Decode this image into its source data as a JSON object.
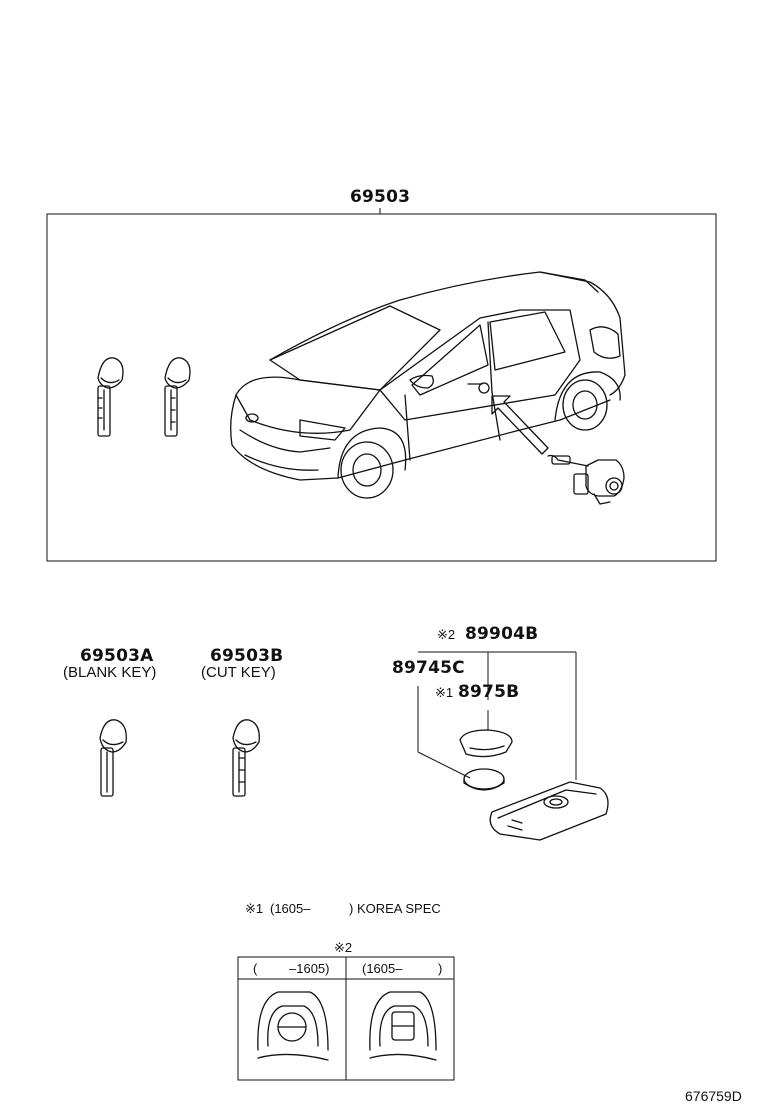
{
  "assembly": {
    "part_number": "69503"
  },
  "keys": {
    "blank": {
      "part_number": "69503A",
      "description": "(BLANK KEY)"
    },
    "cut": {
      "part_number": "69503B",
      "description": "(CUT KEY)"
    }
  },
  "transmitter": {
    "assembly_mark": "※2",
    "assembly_part_number": "89904B",
    "battery_part_number": "89745C",
    "cover_mark": "※1",
    "cover_part_number": "8975B"
  },
  "footnotes": {
    "note1": {
      "mark": "※1",
      "range_start": "(1605–",
      "range_end": ") KOREA SPEC"
    }
  },
  "variant_table": {
    "mark": "※2",
    "col1_open": "(",
    "col1_close": "–1605)",
    "col2_open": "(1605–",
    "col2_close": ")"
  },
  "diagram_id": "676759D"
}
